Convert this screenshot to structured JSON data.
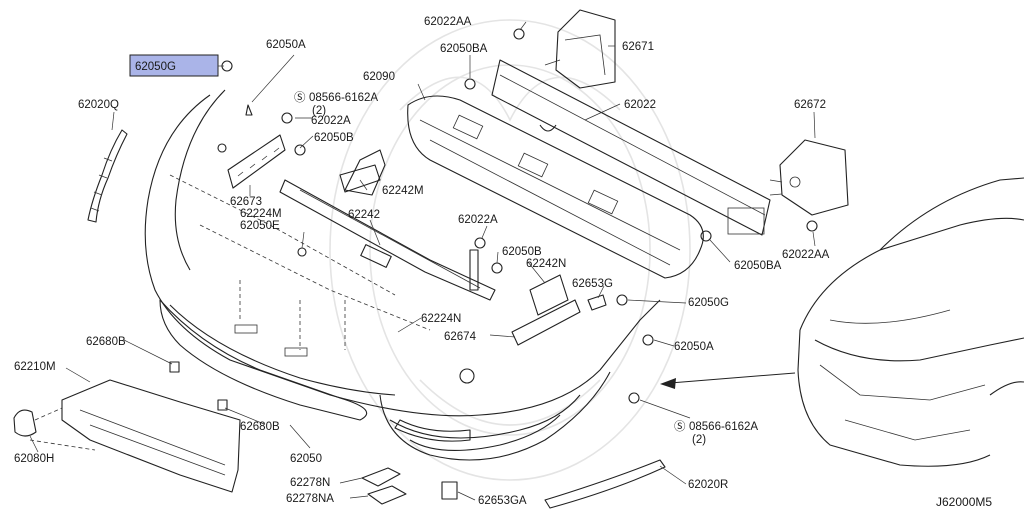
{
  "diagram": {
    "drawing_code": "J62000M5",
    "highlight_color": "#aab4e8",
    "highlighted_part": "62050G",
    "callouts": {
      "c62050G_top": "62050G",
      "c62050A_top": "62050A",
      "c62020Q": "62020Q",
      "c08566_top": "08566-6162A",
      "c08566_top_qty": "(2)",
      "c62022A_top": "62022A",
      "c62050B_top": "62050B",
      "c62090": "62090",
      "c62022AA_top": "62022AA",
      "c62050BA_top": "62050BA",
      "c62671": "62671",
      "c62022": "62022",
      "c62672": "62672",
      "c62242M": "62242M",
      "c62673": "62673",
      "c62224M": "62224M",
      "c62050E": "62050E",
      "c62242": "62242",
      "c62022A_mid": "62022A",
      "c62050B_mid": "62050B",
      "c62242N": "62242N",
      "c62050BA_right": "62050BA",
      "c62022AA_right": "62022AA",
      "c62653G": "62653G",
      "c62050G_right": "62050G",
      "c62224N": "62224N",
      "c62674": "62674",
      "c62050A_right": "62050A",
      "c62680B_top": "62680B",
      "c62210M": "62210M",
      "c62680B_bottom": "62680B",
      "c62080H": "62080H",
      "c62050": "62050",
      "c08566_bottom": "08566-6162A",
      "c08566_bottom_qty": "(2)",
      "c62278N": "62278N",
      "c62278NA": "62278NA",
      "c62653GA": "62653GA",
      "c62020R": "62020R"
    }
  }
}
